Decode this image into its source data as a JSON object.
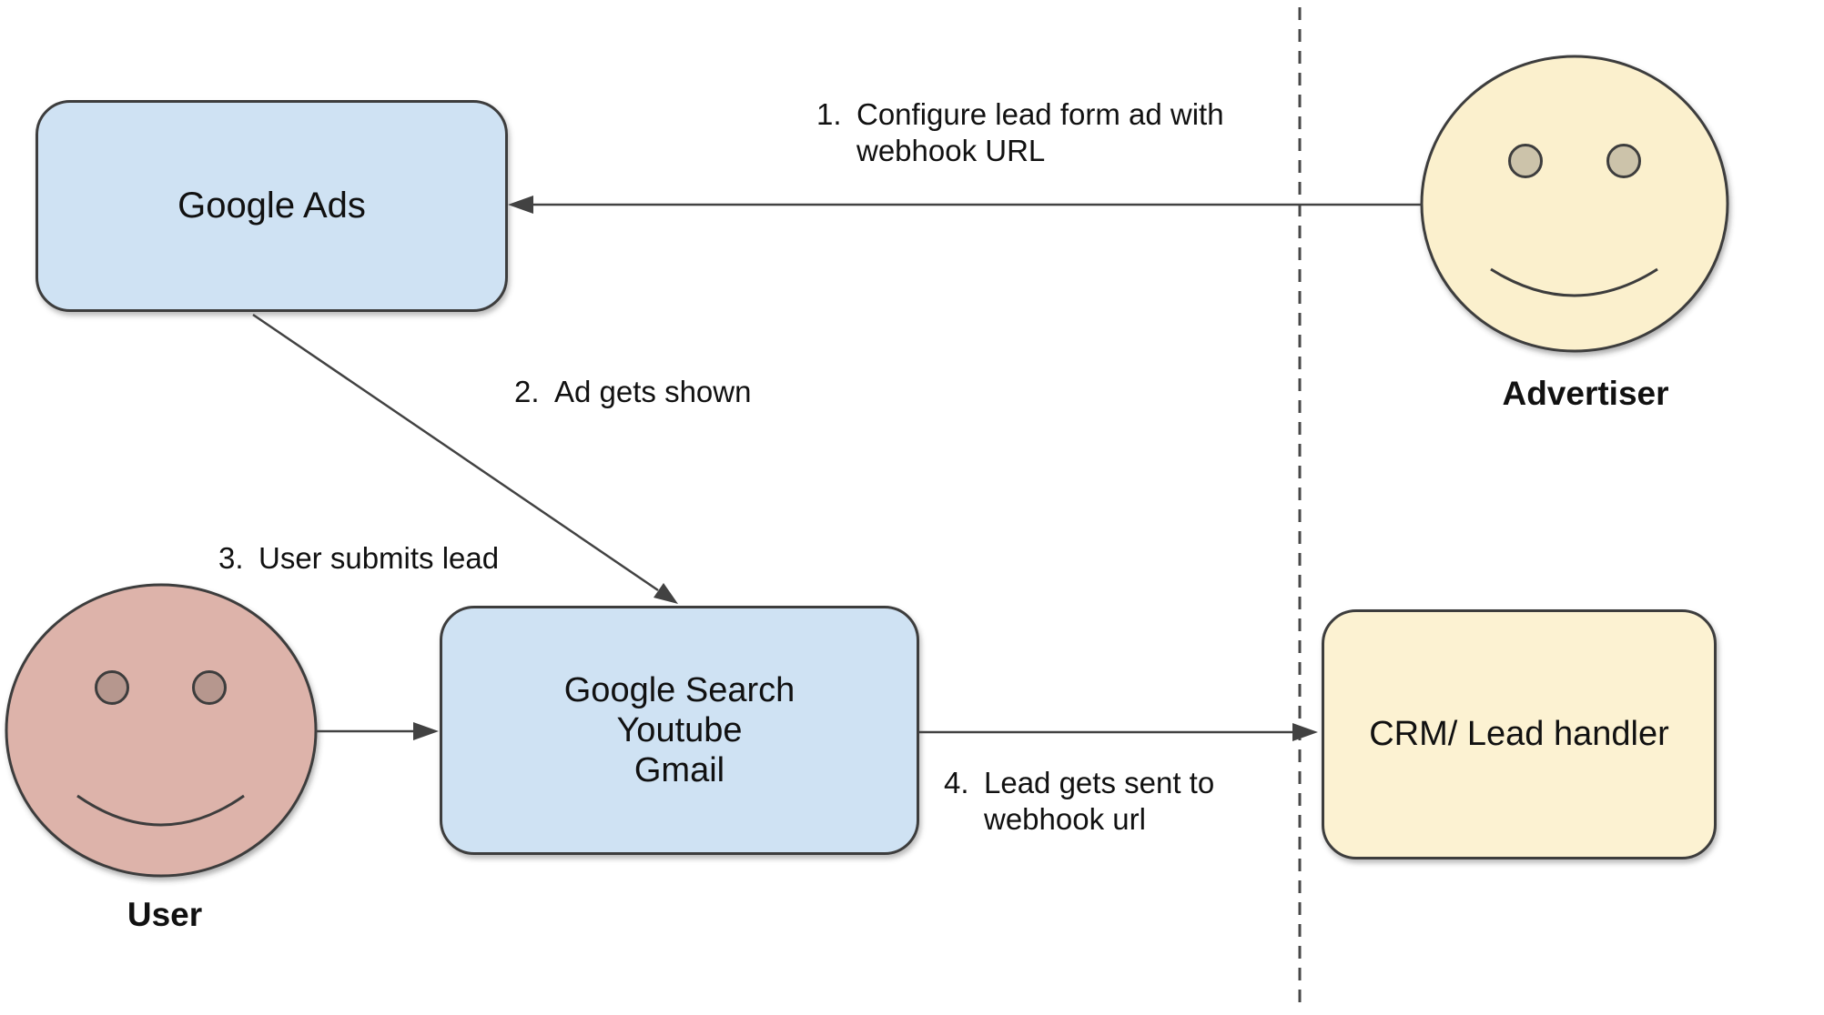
{
  "diagram": {
    "nodes": {
      "google_ads": {
        "label": "Google Ads"
      },
      "platforms": {
        "line1": "Google Search",
        "line2": "Youtube",
        "line3": "Gmail"
      },
      "crm": {
        "label": "CRM/ Lead handler"
      },
      "advertiser": {
        "label": "Advertiser"
      },
      "user": {
        "label": "User"
      }
    },
    "steps": {
      "step1": {
        "number": "1.",
        "line1": "Configure lead form ad with",
        "line2": "webhook URL"
      },
      "step2": {
        "number": "2.",
        "line1": "Ad gets shown"
      },
      "step3": {
        "number": "3.",
        "line1": "User submits lead"
      },
      "step4": {
        "number": "4.",
        "line1": "Lead gets sent to",
        "line2": "webhook url"
      }
    },
    "colors": {
      "blue_fill": "#cfe2f3",
      "yellow_fill": "#fcf2d2",
      "advertiser_face_fill": "#fbf0cd",
      "advertiser_eye_fill": "#ccc3aa",
      "user_face_fill": "#ddb3aa",
      "user_eye_fill": "#b6978e",
      "shape_stroke": "#3d3d3d",
      "arrow_color": "#424242",
      "dashed_line_color": "#474747",
      "text_color": "#111111"
    }
  }
}
